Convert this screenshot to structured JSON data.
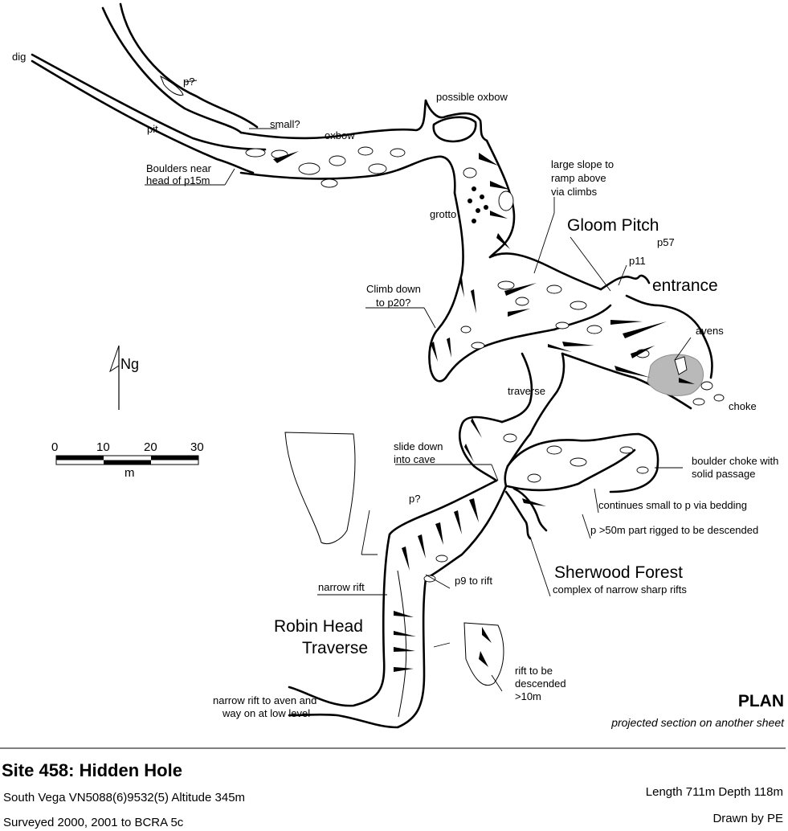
{
  "labels": {
    "dig": "dig",
    "p_q1": "p?",
    "pit": "pit",
    "small_q": "small?",
    "oxbow": "oxbow",
    "possible_oxbow": "possible oxbow",
    "boulders_1": "Boulders near",
    "boulders_2": "head of p15m",
    "large_slope_1": "large slope to",
    "large_slope_2": "ramp above",
    "large_slope_3": "via climbs",
    "grotto": "grotto",
    "gloom_pitch": "Gloom Pitch",
    "p57": "p57",
    "p11": "p11",
    "entrance": "entrance",
    "climb_down_1": "Climb down",
    "climb_down_2": "to p20?",
    "avens": "avens",
    "traverse": "traverse",
    "choke": "choke",
    "slide_down_1": "slide down",
    "slide_down_2": "into cave",
    "boulder_choke_1": "boulder choke with",
    "boulder_choke_2": "solid passage",
    "p_q2": "p?",
    "continues_small": "continues small to p via bedding",
    "p50": "p >50m part rigged to be descended",
    "sherwood": "Sherwood Forest",
    "sherwood_sub": "complex of narrow sharp rifts",
    "narrow_rift": "narrow rift",
    "p9": "p9 to rift",
    "robin_1": "Robin Head",
    "robin_2": "Traverse",
    "rift_desc_1": "rift to be",
    "rift_desc_2": "descended",
    "rift_desc_3": ">10m",
    "narrow_aven_1": "narrow rift to aven and",
    "narrow_aven_2": "way on at low level",
    "north": "Ng"
  },
  "scale": {
    "ticks": [
      "0",
      "10",
      "20",
      "30"
    ],
    "unit": "m"
  },
  "plan": {
    "title": "PLAN",
    "subtitle": "projected section on another sheet"
  },
  "footer": {
    "site": "Site 458:  Hidden Hole",
    "location": "South Vega   VN5088(6)9532(5)   Altitude 345m",
    "surveyed": "Surveyed 2000, 2001  to BCRA 5c",
    "length_depth": "Length 711m   Depth 118m",
    "drawn_by": "Drawn by PE"
  },
  "colors": {
    "ink": "#000000",
    "aven_fill": "#b9b9b9",
    "paper": "#ffffff"
  }
}
